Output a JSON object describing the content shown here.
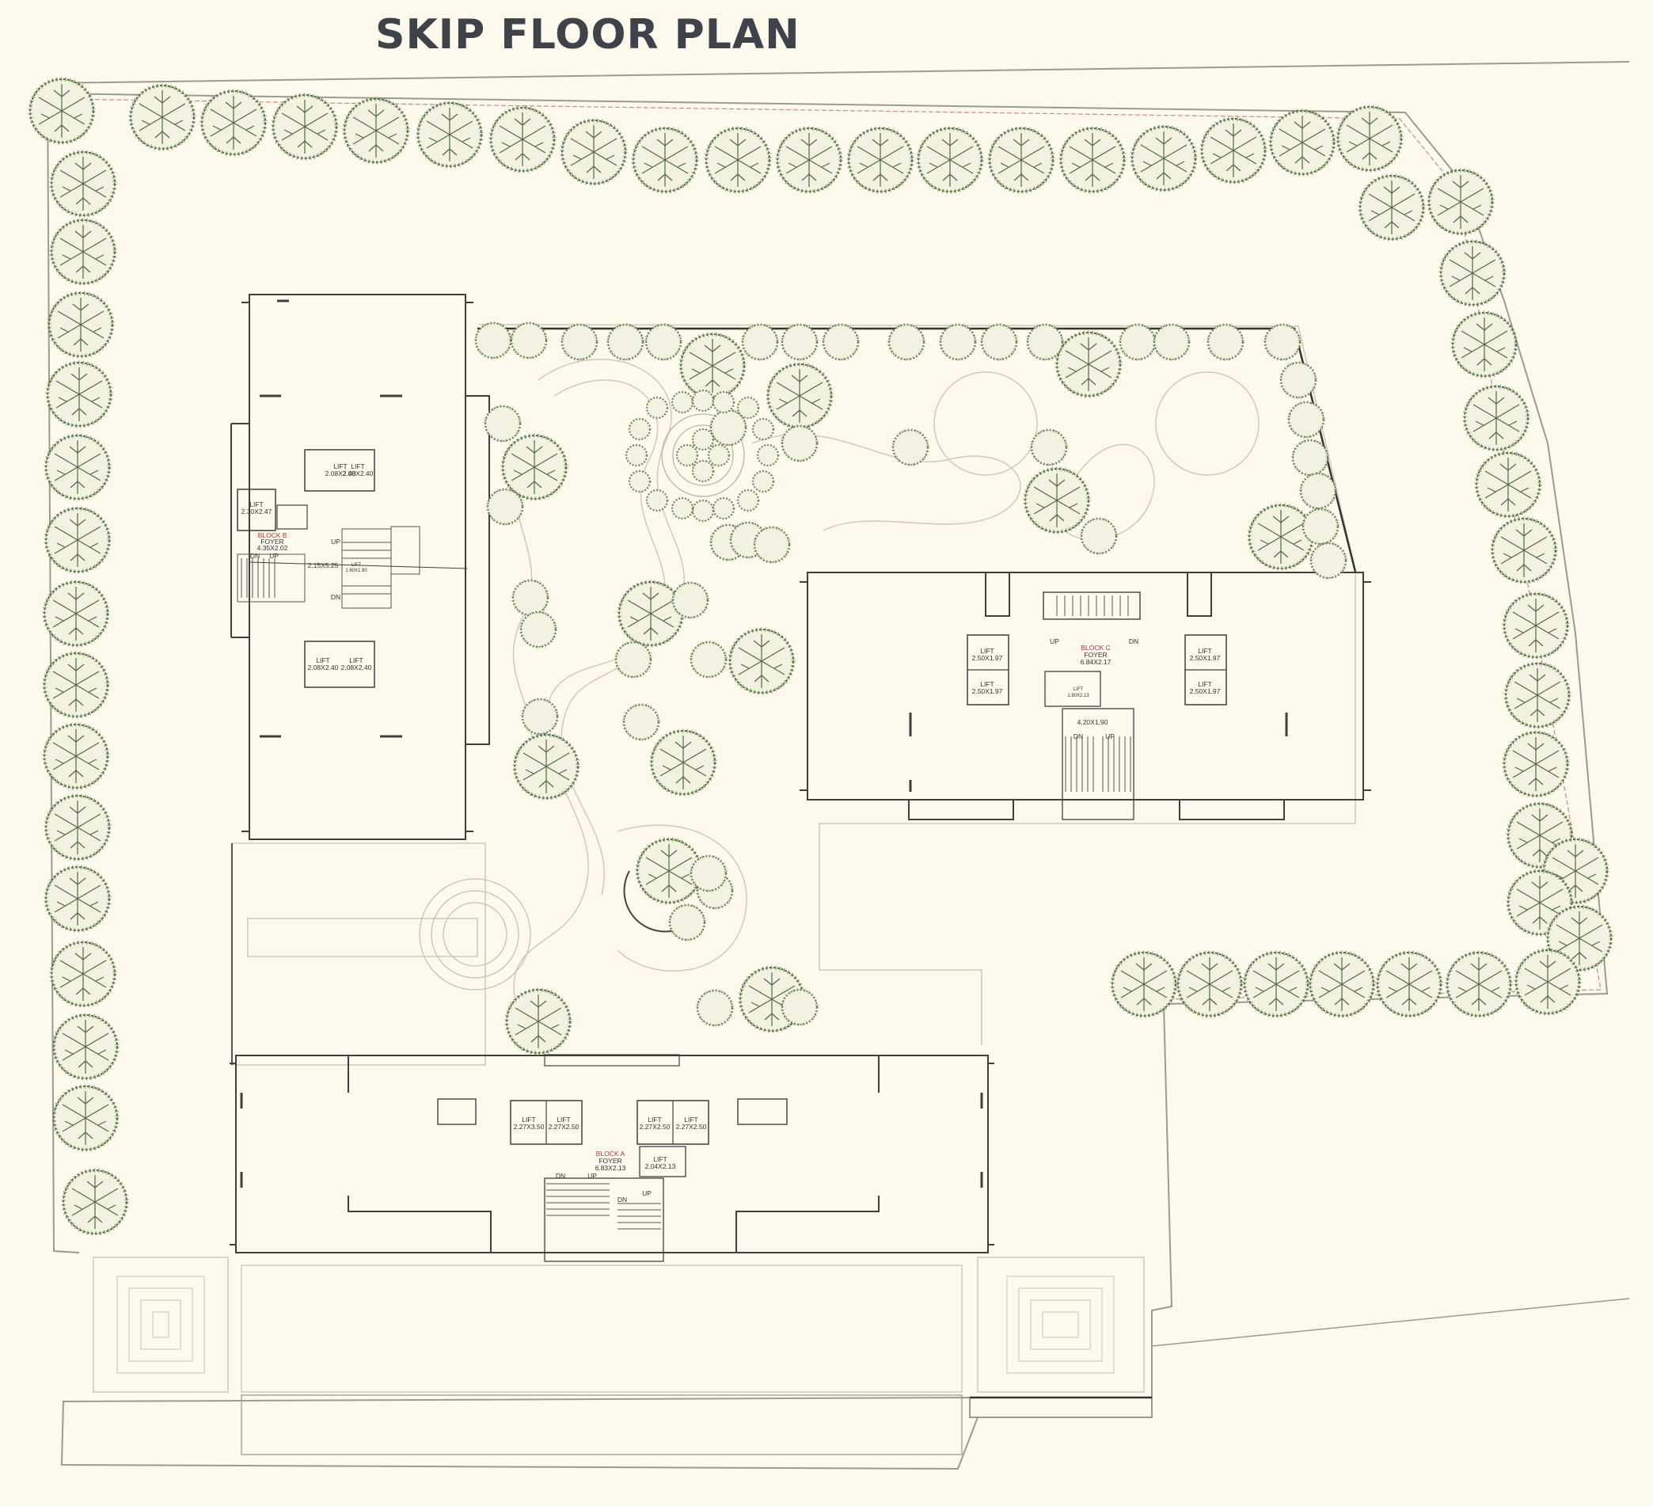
{
  "title": "SKIP FLOOR PLAN",
  "colors": {
    "background": "#fdf9ec",
    "title": "#3d4348",
    "tree_foliage": "#5b7a4a",
    "wall": "#444444",
    "block_label": "#bb3333"
  },
  "blocks": {
    "block_b": {
      "name": "BLOCK B",
      "foyer": "FOYER",
      "foyer_size": "4.35X2.02",
      "lobby_size": "2.15X5.25",
      "lift_label": "LIFT",
      "lift_sizes": [
        "2.08X2.40",
        "2.08X2.40",
        "2.08X2.40",
        "2.08X2.40"
      ],
      "side_lift": "2.30X2.47",
      "small_lift": "1.60X1.90",
      "up": "UP",
      "dn": "DN"
    },
    "block_c": {
      "name": "BLOCK C",
      "foyer": "FOYER",
      "foyer_size": "6.84X2.17",
      "lobby_size": "4.20X1.90",
      "lift_label": "LIFT",
      "lift_sizes": [
        "2.50X1.97",
        "2.50X1.97",
        "2.50X1.97",
        "2.50X1.97"
      ],
      "small_lift": "1.80X2.13",
      "up": "UP",
      "dn": "DN"
    },
    "block_a": {
      "name": "BLOCK A",
      "foyer": "FOYER",
      "foyer_size": "6.83X2.13",
      "lift_label": "LIFT",
      "lift_sizes": [
        "2.27X3.50",
        "2.27X2.50",
        "2.27X2.50",
        "2.27X2.50"
      ],
      "small_lift": "2.04X2.13",
      "up": "UP",
      "dn": "DN"
    }
  }
}
